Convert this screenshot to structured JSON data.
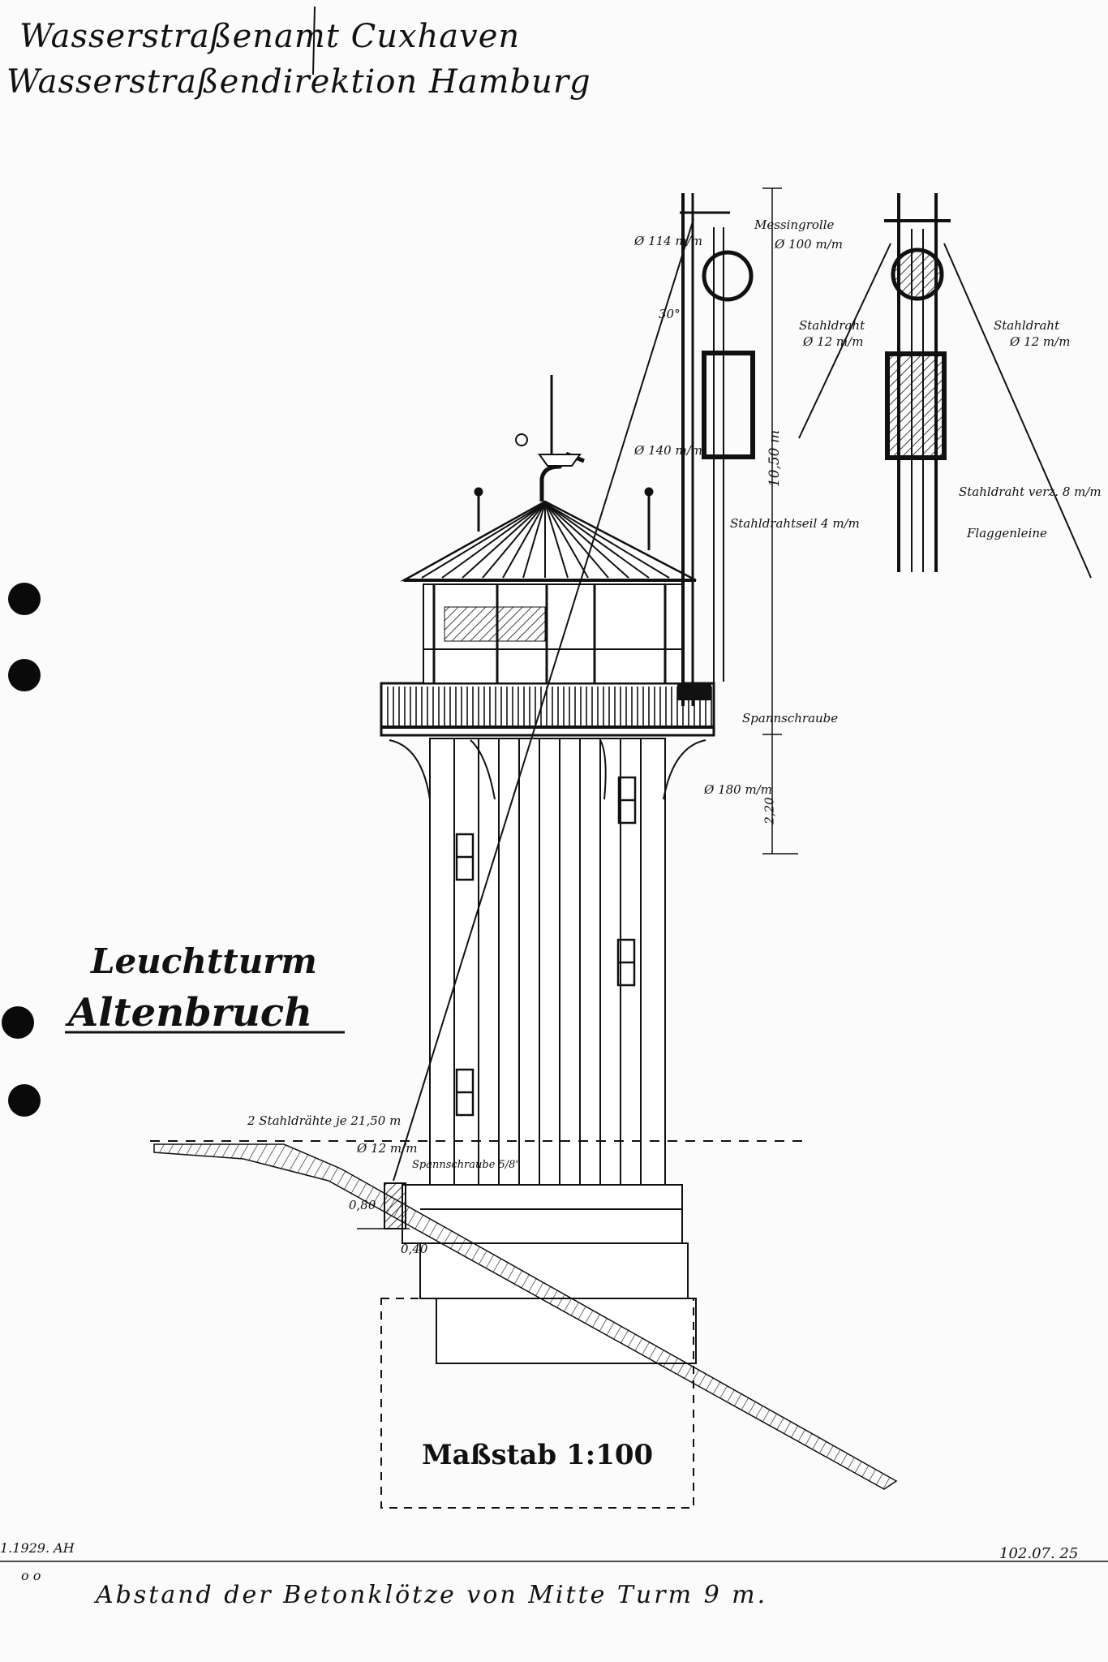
{
  "header": {
    "line1": "Wasserstraßenamt Cuxhaven",
    "line2": "Wasserstraßendirektion Hamburg"
  },
  "title": {
    "line1": "Leuchtturm",
    "line2": "Altenbruch"
  },
  "scale_label": "Maßstab 1:100",
  "footer_note": "Abstand der Betonklötze von Mitte Turm 9 m.",
  "sheet_codes": {
    "left": "1.1929. AH",
    "right": "102.07. 25",
    "mark": "o o"
  },
  "annotations": {
    "messingrolle": "Messingrolle",
    "messingrolle_dia": "Ø 100 m/m",
    "dia_114": "Ø 114 m/m",
    "angle_30": "30°",
    "dia_140": "Ø 140 m/m",
    "height_1050": "10,50 m",
    "stahldrahtseil": "Stahldrahtseil 4 m/m",
    "spannschraube": "Spannschraube",
    "dia_180": "Ø 180 m/m",
    "height_220": "2,20",
    "stahldraht_left": "Stahldraht",
    "stahldraht_left_dia": "Ø 12 m/m",
    "stahldraht_right": "Stahldraht",
    "stahldraht_right_dia": "Ø 12 m/m",
    "stahldraht_verz": "Stahldraht verz. 8 m/m",
    "flaggenleine": "Flaggenleine",
    "zwei_stahldraehte": "2 Stahldrähte je 21,50 m",
    "dia_12": "Ø 12 m/m",
    "spannschraube_small": "Spannschraube 5/8\"",
    "dim_080": "0,80",
    "dim_040": "0,40"
  },
  "colors": {
    "ink": "#111111",
    "paper": "#fbfbfb"
  }
}
